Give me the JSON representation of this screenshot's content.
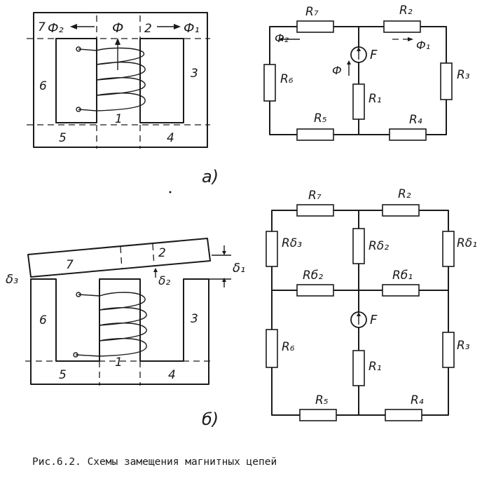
{
  "figure": {
    "caption": "Рис.6.2. Схемы замещения магнитных цепей"
  },
  "panel_a": {
    "label": "а)",
    "core": {
      "segments": [
        "1",
        "2",
        "3",
        "4",
        "5",
        "6",
        "7"
      ],
      "flux_left": "Ф₂",
      "flux_center": "Ф",
      "flux_right": "Ф₁"
    },
    "circuit": {
      "resistors": [
        "R₇",
        "R₂",
        "R₃",
        "R₄",
        "R₅",
        "R₆",
        "R₁"
      ],
      "source": "F",
      "flux_center": "Ф",
      "flux_left": "Ф₂",
      "flux_right": "Ф₁"
    }
  },
  "panel_b": {
    "label": "б)",
    "core": {
      "segments": [
        "1",
        "2",
        "3",
        "4",
        "5",
        "6",
        "7"
      ],
      "gaps": [
        "δ₁",
        "δ₂",
        "δ₃"
      ]
    },
    "circuit": {
      "resistors": [
        "R₇",
        "R₂",
        "Rδ₃",
        "Rδ₂",
        "Rδ₁",
        "Rб₂",
        "Rб₁",
        "R₆",
        "R₁",
        "R₃",
        "R₅",
        "R₄"
      ],
      "source": "F"
    }
  }
}
